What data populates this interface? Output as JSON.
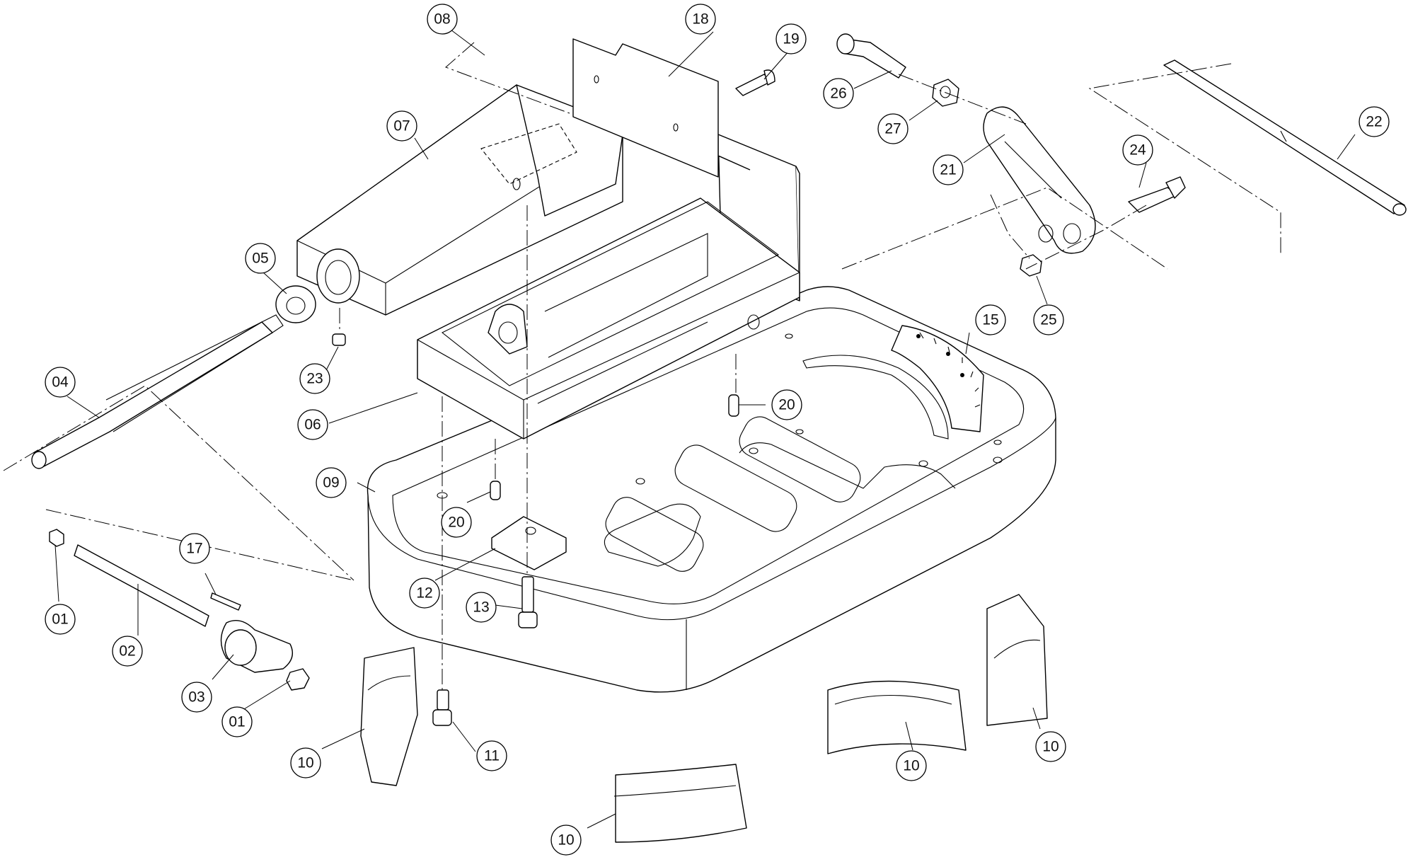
{
  "callouts": [
    {
      "id": "08",
      "label": "08"
    },
    {
      "id": "18",
      "label": "18"
    },
    {
      "id": "19",
      "label": "19"
    },
    {
      "id": "26",
      "label": "26"
    },
    {
      "id": "27",
      "label": "27"
    },
    {
      "id": "07",
      "label": "07"
    },
    {
      "id": "21",
      "label": "21"
    },
    {
      "id": "22",
      "label": "22"
    },
    {
      "id": "24",
      "label": "24"
    },
    {
      "id": "05",
      "label": "05"
    },
    {
      "id": "25",
      "label": "25"
    },
    {
      "id": "15",
      "label": "15"
    },
    {
      "id": "23",
      "label": "23"
    },
    {
      "id": "04",
      "label": "04"
    },
    {
      "id": "20a",
      "label": "20"
    },
    {
      "id": "06",
      "label": "06"
    },
    {
      "id": "09",
      "label": "09"
    },
    {
      "id": "20b",
      "label": "20"
    },
    {
      "id": "01a",
      "label": "01"
    },
    {
      "id": "17",
      "label": "17"
    },
    {
      "id": "12",
      "label": "12"
    },
    {
      "id": "13",
      "label": "13"
    },
    {
      "id": "02",
      "label": "02"
    },
    {
      "id": "03",
      "label": "03"
    },
    {
      "id": "01b",
      "label": "01"
    },
    {
      "id": "10a",
      "label": "10"
    },
    {
      "id": "11",
      "label": "11"
    },
    {
      "id": "10b",
      "label": "10"
    },
    {
      "id": "10c",
      "label": "10"
    },
    {
      "id": "10d",
      "label": "10"
    }
  ]
}
